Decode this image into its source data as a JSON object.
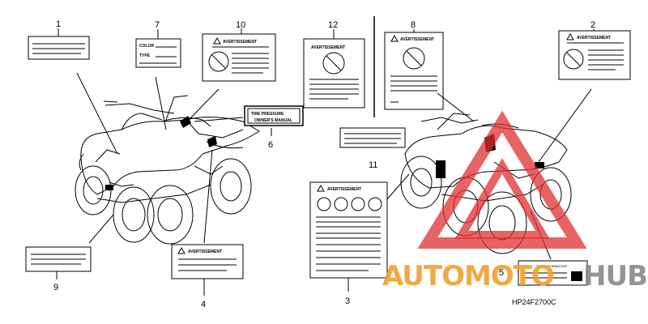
{
  "diagram": {
    "part_code": "HP24F2700C",
    "callouts": {
      "c1": "1",
      "c2": "2",
      "c3": "3",
      "c4": "4",
      "c5": "5",
      "c6": "6",
      "c7": "7",
      "c8": "8",
      "c9": "9",
      "c10": "10",
      "c11": "11",
      "c12": "12"
    },
    "label_texts": {
      "warning": "AVERTISSEMENT",
      "warning_fr": "AVERTISSEMENT",
      "tire": "TIRE PRESSURE",
      "owners_manual": "OWNER'S MANUAL",
      "color": "COLOR",
      "type": "TYPE",
      "label5_top": "TIRE INFORMATION"
    }
  },
  "watermark": {
    "text_left": "AUTOMOTO",
    "text_right": "HUB",
    "color_red": "#e03030",
    "color_orange": "#f0a030",
    "color_gray": "#888888"
  }
}
